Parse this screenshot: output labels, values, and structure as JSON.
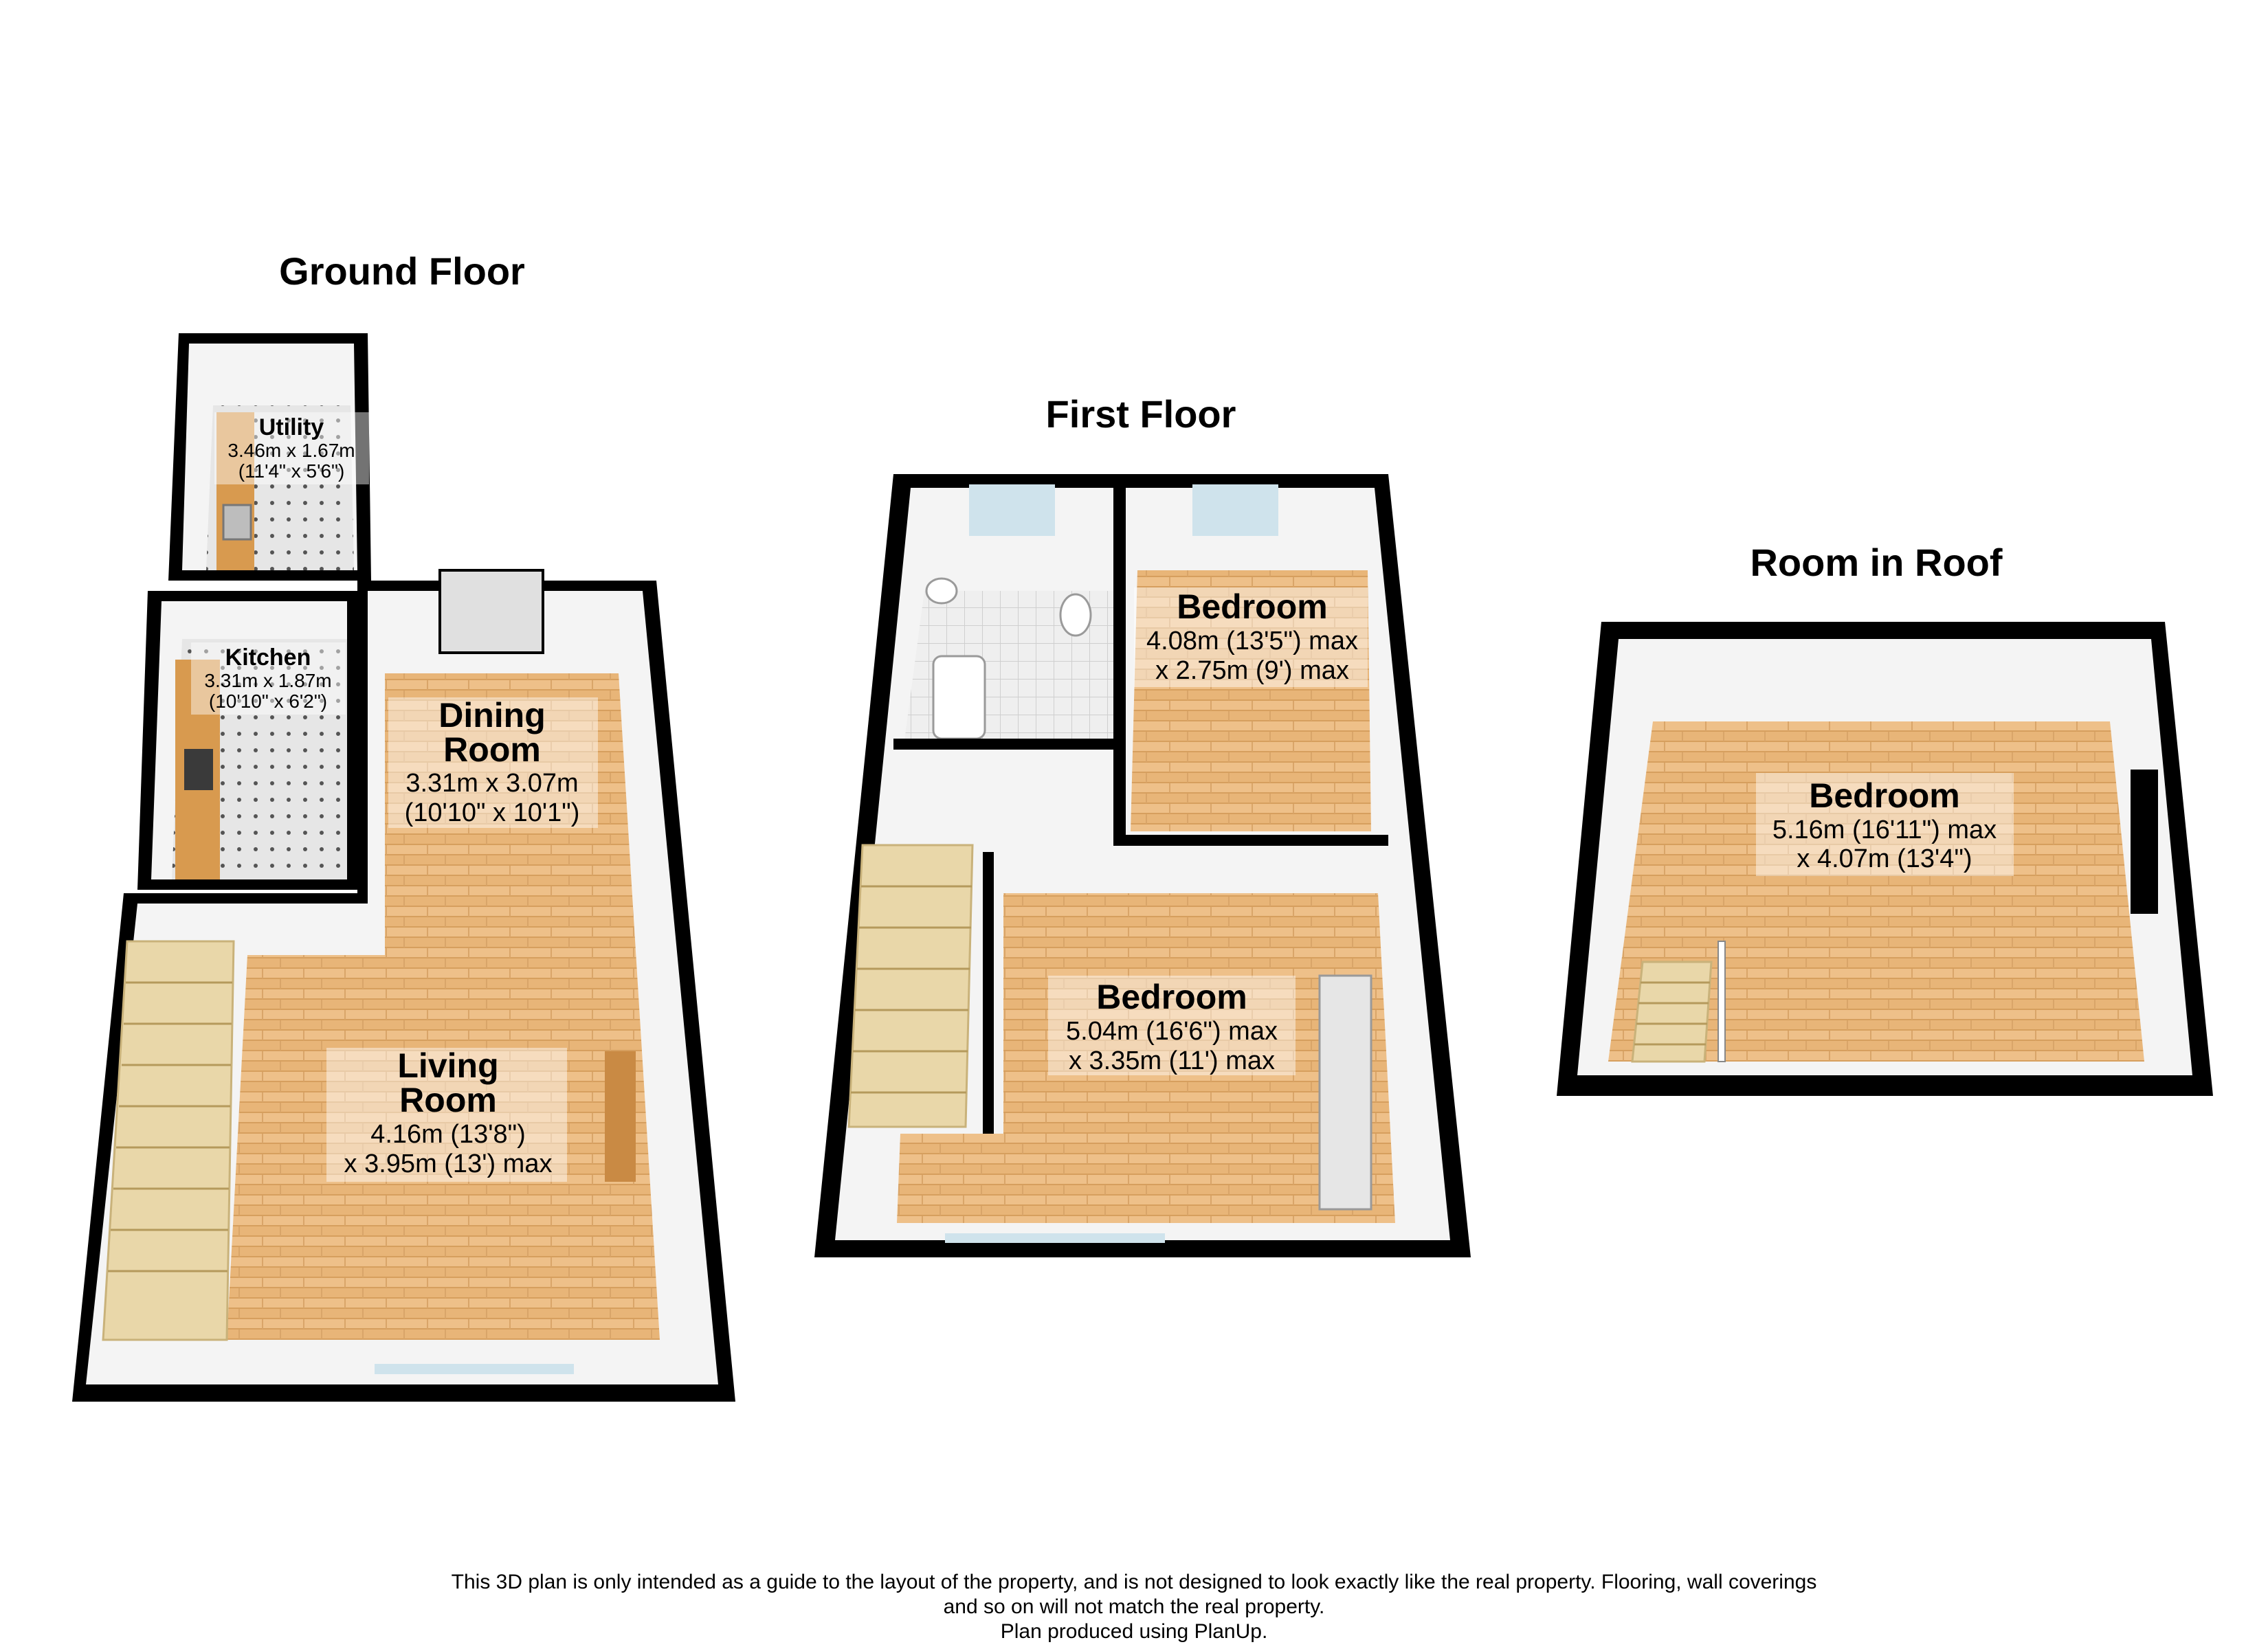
{
  "floors": {
    "ground": {
      "title": "Ground Floor",
      "rooms": {
        "utility": {
          "name": "Utility",
          "dim1": "3.46m x 1.67m",
          "dim2": "(11'4\" x 5'6\")"
        },
        "kitchen": {
          "name": "Kitchen",
          "dim1": "3.31m x 1.87m",
          "dim2": "(10'10\" x 6'2\")"
        },
        "dining": {
          "name1": "Dining",
          "name2": "Room",
          "dim1": "3.31m x 3.07m",
          "dim2": "(10'10\" x 10'1\")"
        },
        "living": {
          "name1": "Living",
          "name2": "Room",
          "dim1": "4.16m (13'8\")",
          "dim2": "x 3.95m (13') max"
        }
      }
    },
    "first": {
      "title": "First Floor",
      "rooms": {
        "bedroom_rear": {
          "name": "Bedroom",
          "dim1": "4.08m (13'5\") max",
          "dim2": "x 2.75m (9') max"
        },
        "bedroom_front": {
          "name": "Bedroom",
          "dim1": "5.04m (16'6\") max",
          "dim2": "x 3.35m (11') max"
        }
      }
    },
    "roof": {
      "title": "Room in Roof",
      "rooms": {
        "bedroom": {
          "name": "Bedroom",
          "dim1": "5.16m (16'11\") max",
          "dim2": "x 4.07m (13'4\")"
        }
      }
    }
  },
  "disclaimer": {
    "line1": "This 3D plan is only intended as a guide to the layout of the property, and is not designed to look exactly like the real property. Flooring, wall coverings",
    "line2": "and so on will not match the real property.",
    "line3": "Plan produced using PlanUp."
  },
  "colors": {
    "wall": "#000000",
    "wood_floor": "#e8b578",
    "tile_floor": "#dcdcdc",
    "inner_wall": "#f4f4f4"
  }
}
